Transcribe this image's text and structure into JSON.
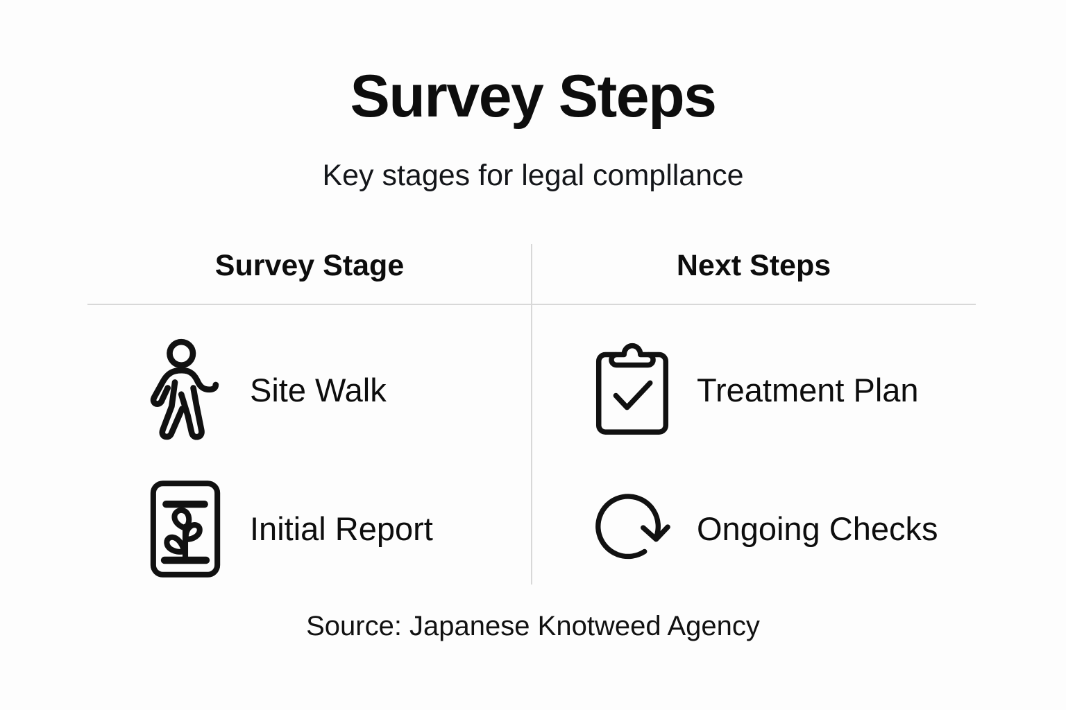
{
  "header": {
    "title": "Survey Steps",
    "subtitle": "Key stages for legal compllance"
  },
  "table": {
    "columns": [
      {
        "id": "survey-stage",
        "label": "Survey Stage"
      },
      {
        "id": "next-steps",
        "label": "Next Steps"
      }
    ],
    "rows": [
      {
        "left": {
          "icon": "walking-person-icon",
          "label": "Site Walk"
        },
        "right": {
          "icon": "clipboard-check-icon",
          "label": "Treatment Plan"
        }
      },
      {
        "left": {
          "icon": "document-plant-icon",
          "label": "Initial Report"
        },
        "right": {
          "icon": "circular-arrow-refresh-icon",
          "label": "Ongoing Checks"
        }
      }
    ]
  },
  "footer": {
    "source": "Source: Japanese Knotweed Agency"
  },
  "colors": {
    "background": "#fdfdfd",
    "text": "#0d0d0d",
    "divider": "#d8d8d8",
    "icon_stroke": "#111111"
  }
}
